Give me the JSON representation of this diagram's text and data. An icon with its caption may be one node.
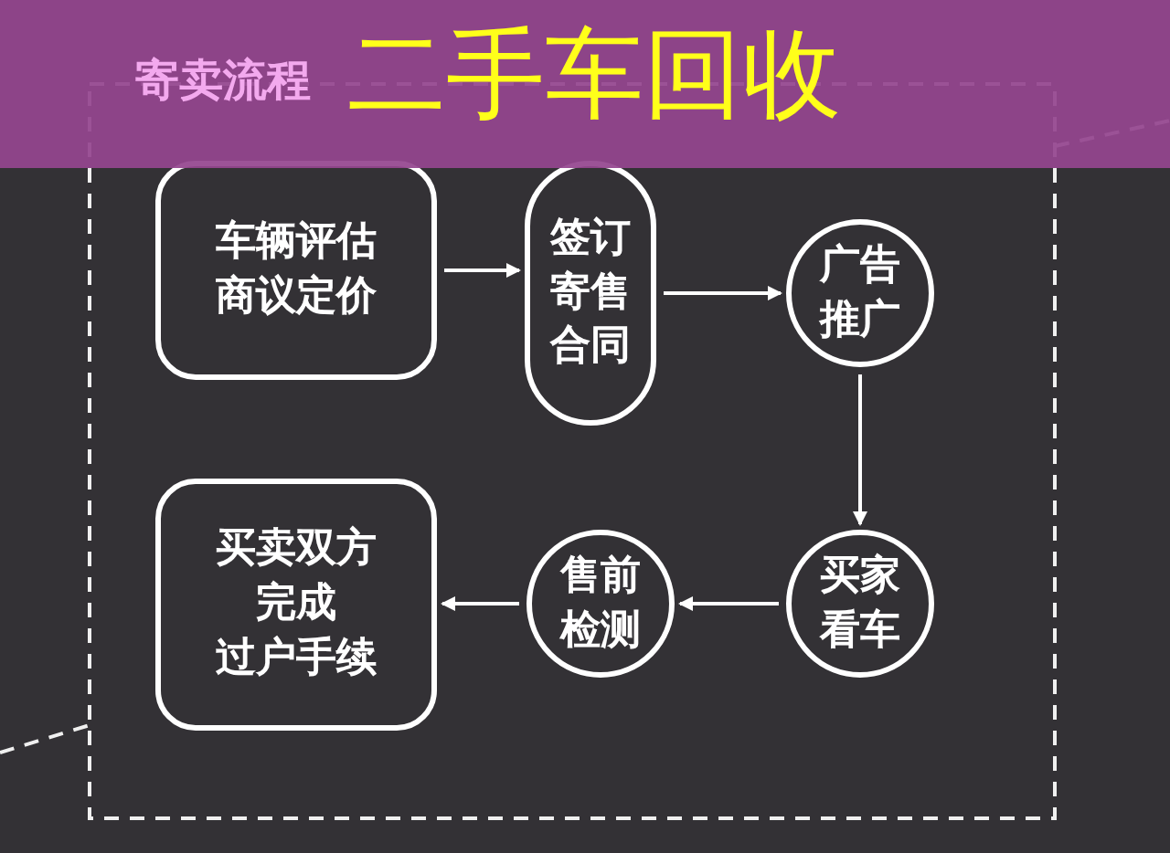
{
  "diagram": {
    "title": "二手车回收",
    "nodes": [
      {
        "text": [
          "车辆评估商议定价"
        ]
      },
      {
        "text": [
          "签订寄售合同"
        ]
      },
      {
        "text": [
          "广告推广"
        ]
      },
      {
        "text": [
          "买家看车"
        ]
      },
      {
        "text": [
          "售前检测"
        ]
      },
      {
        "text": [
          "买卖双方完成过户手续"
        ]
      }
    ],
    "edges": [
      {
        "from": 0,
        "to": 1,
        "arrow": "to"
      },
      {
        "from": 1,
        "to": 2,
        "arrow": "to"
      },
      {
        "from": 2,
        "to": 3,
        "arrow": "to"
      },
      {
        "from": 3,
        "to": 4,
        "arrow": "to"
      },
      {
        "from": 4,
        "to": 5,
        "arrow": "to"
      }
    ],
    "labels": [
      "寄卖流程"
    ]
  }
}
